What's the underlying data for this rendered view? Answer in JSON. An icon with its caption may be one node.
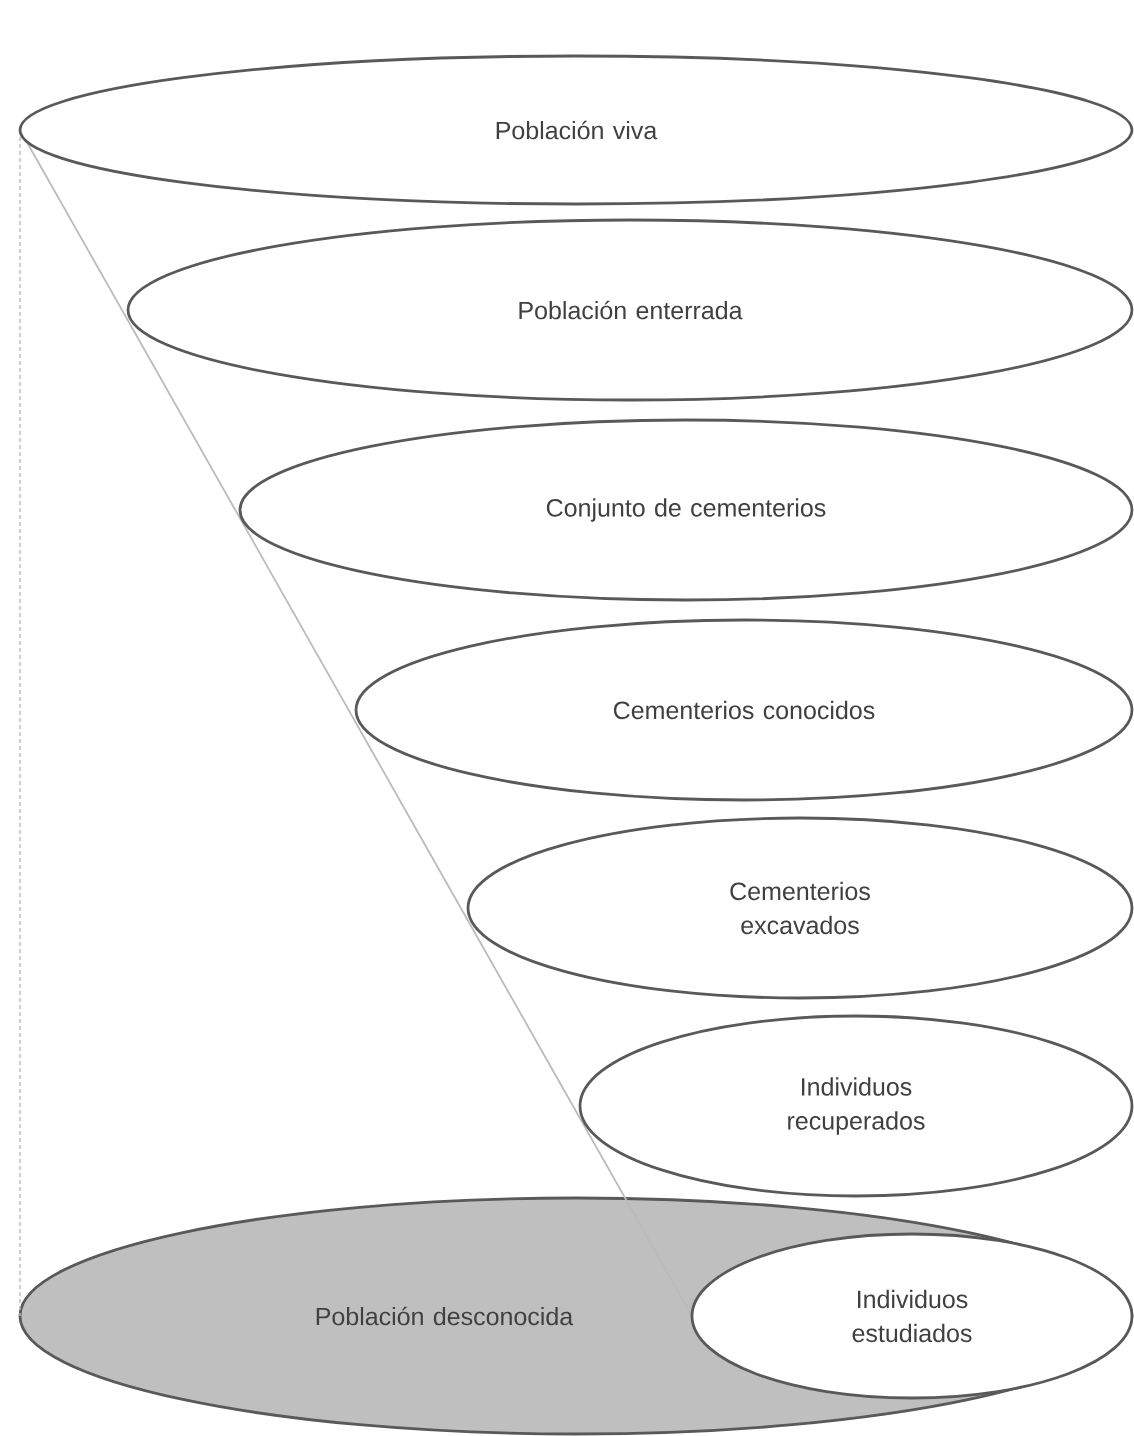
{
  "diagram": {
    "nodes": [
      {
        "text": [
          "Población viva"
        ]
      },
      {
        "text": [
          "Población enterrada"
        ]
      },
      {
        "text": [
          "Conjunto de cementerios"
        ]
      },
      {
        "text": [
          "Cementerios conocidos"
        ]
      },
      {
        "text": [
          "Cementerios excavados"
        ]
      },
      {
        "text": [
          "Individuos recuperados"
        ]
      },
      {
        "text": [
          "Población desconocida"
        ]
      },
      {
        "text": [
          "Individuos estudiados"
        ],
        "in": 6
      }
    ]
  }
}
